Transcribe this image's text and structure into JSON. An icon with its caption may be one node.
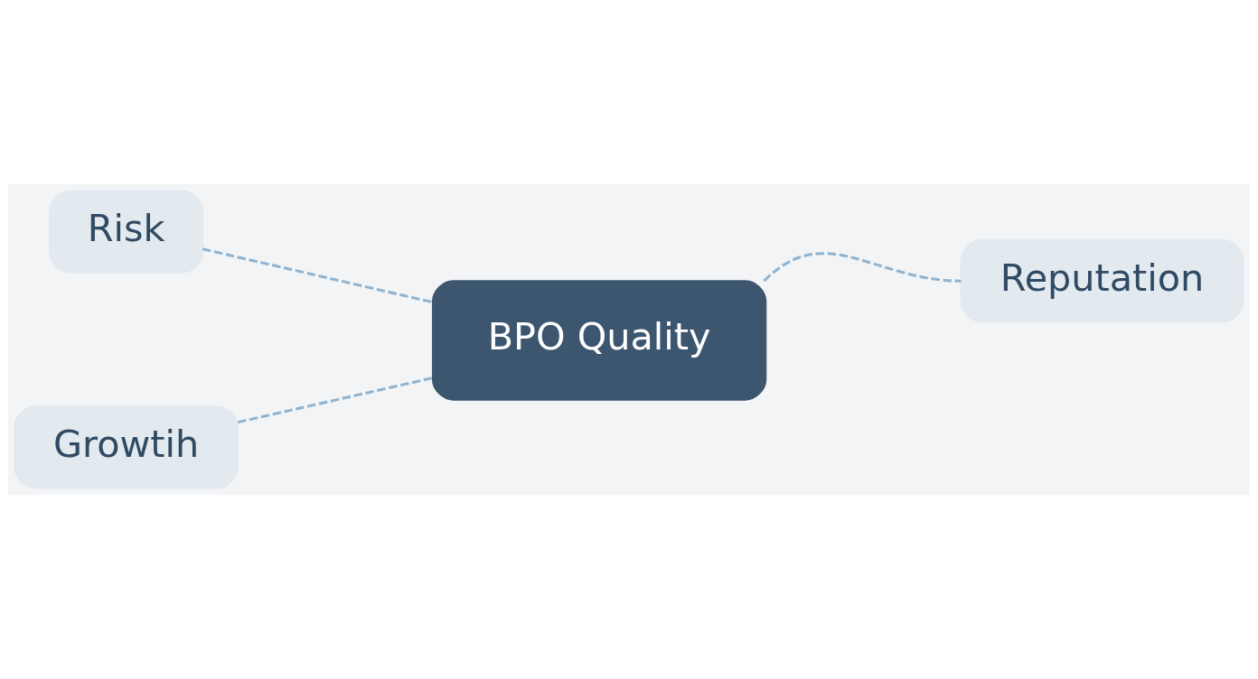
{
  "diagram": {
    "nodes": [
      {
        "text": [
          "Reputation"
        ]
      },
      {
        "text": [
          "Risk"
        ]
      },
      {
        "text": [
          "BPO Quality"
        ]
      },
      {
        "text": [
          "Growtih"
        ]
      }
    ],
    "edges": [
      {
        "from": 1,
        "to": 2,
        "arrow": "none",
        "style": "dashed"
      },
      {
        "from": 3,
        "to": 2,
        "arrow": "none",
        "style": "dashed"
      },
      {
        "from": 2,
        "to": 0,
        "arrow": "none",
        "style": "dashed"
      }
    ]
  }
}
